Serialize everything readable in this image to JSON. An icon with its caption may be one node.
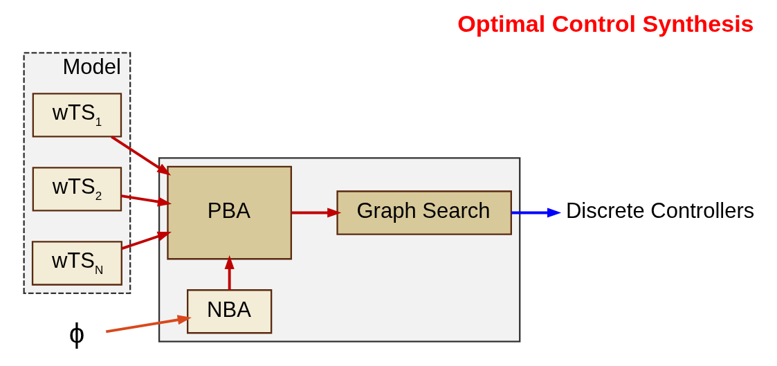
{
  "diagram": {
    "title": "Optimal Control Synthesis",
    "nodes": [
      {
        "text": [
          "Model"
        ]
      },
      {
        "text": [
          "wTS$_{1}$"
        ],
        "in": 0
      },
      {
        "text": [
          "wTS$_{2}$"
        ],
        "in": 0
      },
      {
        "text": [
          "wTS$_{N}$"
        ],
        "in": 0
      },
      {
        "text": [],
        "shape": "box"
      },
      {
        "text": [
          "PBA"
        ],
        "in": 4
      },
      {
        "text": [
          "Graph Search"
        ],
        "in": 4
      },
      {
        "text": [
          "NBA"
        ],
        "in": 4
      },
      {
        "text": [
          "Discrete Controllers"
        ]
      },
      {
        "text": [
          "ϕ"
        ]
      }
    ],
    "edges": [
      {
        "from": 1,
        "to": 5,
        "arrow": "to"
      },
      {
        "from": 2,
        "to": 5,
        "arrow": "to"
      },
      {
        "from": 3,
        "to": 5,
        "arrow": "to"
      },
      {
        "from": 7,
        "to": 5,
        "arrow": "to"
      },
      {
        "from": 5,
        "to": 6,
        "arrow": "to"
      },
      {
        "from": 6,
        "to": 8,
        "arrow": "to",
        "color": "#0000ff"
      },
      {
        "from": 9,
        "to": 7,
        "arrow": "to",
        "color": "#d9481c"
      }
    ]
  }
}
